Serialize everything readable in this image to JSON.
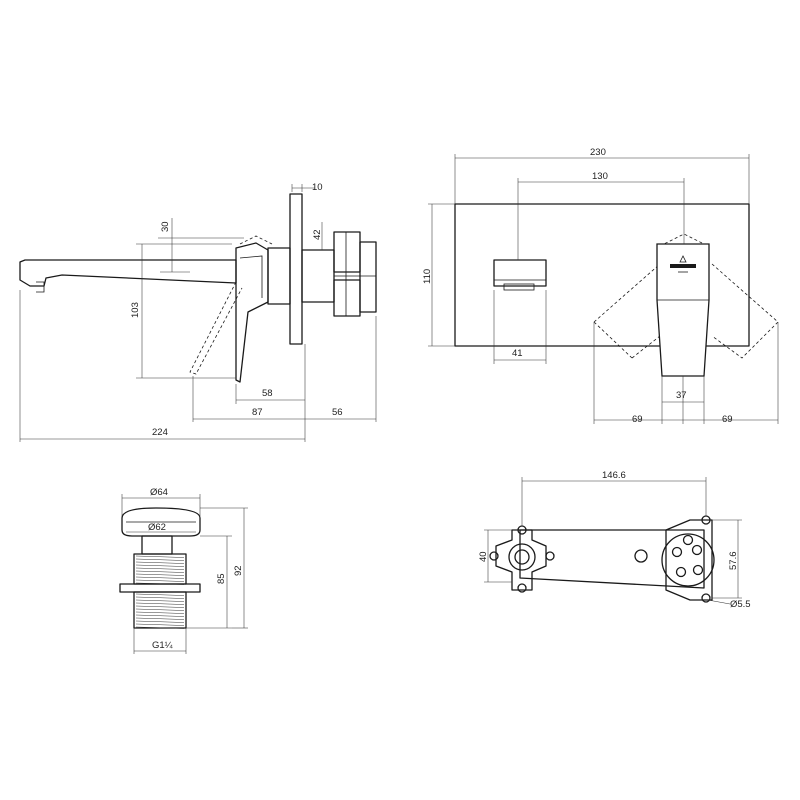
{
  "side_view": {
    "dim_wall_plate": "10",
    "dim_spout_rise": "30",
    "dim_body_height": "42",
    "dim_spout_drop": "103",
    "dim_lever_offset": "58",
    "dim_lever_reach": "87",
    "dim_body_depth": "56",
    "dim_total_reach": "224"
  },
  "front_view": {
    "dim_plate_width": "230",
    "dim_centres": "130",
    "dim_plate_height": "110",
    "dim_spout_width": "41",
    "dim_lever_width": "37",
    "dim_swing_left": "69",
    "dim_swing_right": "69"
  },
  "waste": {
    "dim_cap_outer": "Ø64",
    "dim_cap_inner": "Ø62",
    "dim_height_85": "85",
    "dim_height_92": "92",
    "dim_thread": "G1¼"
  },
  "bracket": {
    "dim_length": "146.6",
    "dim_left_height": "40",
    "dim_right_height": "57.6",
    "dim_hole": "Ø5.5"
  }
}
